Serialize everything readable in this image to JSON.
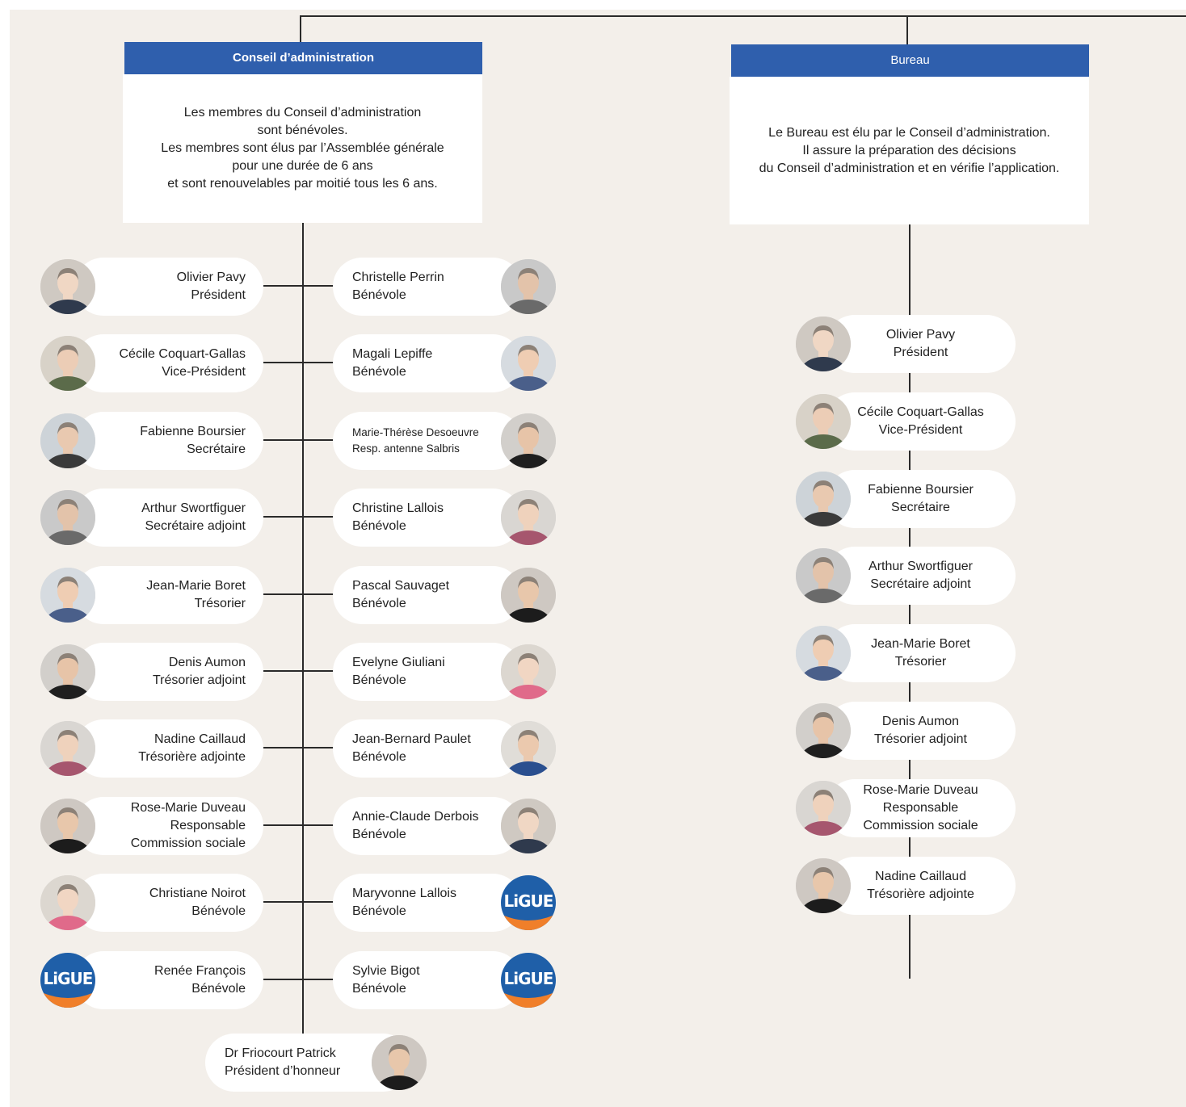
{
  "conseil": {
    "header": "Conseil d’administration",
    "body": [
      "Les membres du Conseil d’administration",
      "sont bénévoles.",
      "Les membres sont élus par l’Assemblée générale",
      "pour une durée de 6 ans",
      "et sont renouvelables par moitié tous les 6 ans."
    ],
    "left": [
      {
        "lines": [
          "Olivier Pavy",
          "Président"
        ],
        "avatar": "photo"
      },
      {
        "lines": [
          "Cécile Coquart-Gallas",
          "Vice-Président"
        ],
        "avatar": "photo"
      },
      {
        "lines": [
          "Fabienne Boursier",
          "Secrétaire"
        ],
        "avatar": "photo"
      },
      {
        "lines": [
          "Arthur Swortfiguer",
          "Secrétaire adjoint"
        ],
        "avatar": "photo"
      },
      {
        "lines": [
          "Jean-Marie Boret",
          "Trésorier"
        ],
        "avatar": "photo"
      },
      {
        "lines": [
          "Denis Aumon",
          "Trésorier adjoint"
        ],
        "avatar": "photo"
      },
      {
        "lines": [
          "Nadine Caillaud",
          "Trésorière adjointe"
        ],
        "avatar": "photo"
      },
      {
        "lines": [
          "Rose-Marie Duveau",
          "Responsable",
          "Commission sociale"
        ],
        "avatar": "photo"
      },
      {
        "lines": [
          "Christiane Noirot",
          "Bénévole"
        ],
        "avatar": "photo"
      },
      {
        "lines": [
          "Renée François",
          "Bénévole"
        ],
        "avatar": "ligue-logo"
      }
    ],
    "right": [
      {
        "lines": [
          "Christelle Perrin",
          "Bénévole"
        ],
        "avatar": "photo"
      },
      {
        "lines": [
          "Magali Lepiffe",
          "Bénévole"
        ],
        "avatar": "photo"
      },
      {
        "lines": [
          "Marie-Thérèse Desoeuvre",
          "Resp. antenne Salbris"
        ],
        "avatar": "photo"
      },
      {
        "lines": [
          "Christine Lallois",
          "Bénévole"
        ],
        "avatar": "photo"
      },
      {
        "lines": [
          "Pascal Sauvaget",
          "Bénévole"
        ],
        "avatar": "photo"
      },
      {
        "lines": [
          "Evelyne Giuliani",
          "Bénévole"
        ],
        "avatar": "photo"
      },
      {
        "lines": [
          "Jean-Bernard Paulet",
          "Bénévole"
        ],
        "avatar": "photo"
      },
      {
        "lines": [
          "Annie-Claude Derbois",
          "Bénévole"
        ],
        "avatar": "photo"
      },
      {
        "lines": [
          "Maryvonne Lallois",
          "Bénévole"
        ],
        "avatar": "ligue-logo"
      },
      {
        "lines": [
          "Sylvie Bigot",
          "Bénévole"
        ],
        "avatar": "ligue-logo"
      }
    ],
    "honorary": {
      "lines": [
        "Dr Friocourt Patrick",
        "Président d’honneur"
      ],
      "avatar": "photo"
    }
  },
  "bureau": {
    "header": "Bureau",
    "body": [
      "Le Bureau est élu par le Conseil d’administration.",
      "Il assure la préparation des décisions",
      "du Conseil d’administration et en vérifie l’application."
    ],
    "members": [
      {
        "lines": [
          "Olivier Pavy",
          "Président"
        ],
        "avatar": "photo"
      },
      {
        "lines": [
          "Cécile Coquart-Gallas",
          "Vice-Président"
        ],
        "avatar": "photo"
      },
      {
        "lines": [
          "Fabienne Boursier",
          "Secrétaire"
        ],
        "avatar": "photo"
      },
      {
        "lines": [
          "Arthur Swortfiguer",
          "Secrétaire adjoint"
        ],
        "avatar": "photo"
      },
      {
        "lines": [
          "Jean-Marie Boret",
          "Trésorier"
        ],
        "avatar": "photo"
      },
      {
        "lines": [
          "Denis Aumon",
          "Trésorier adjoint"
        ],
        "avatar": "photo"
      },
      {
        "lines": [
          "Rose-Marie Duveau",
          "Responsable",
          "Commission sociale"
        ],
        "avatar": "photo"
      },
      {
        "lines": [
          "Nadine Caillaud",
          "Trésorière adjointe"
        ],
        "avatar": "photo"
      }
    ]
  },
  "logo": {
    "text": "LiGUE"
  },
  "colors": {
    "background": "#f3efea",
    "header": "#2f5fad",
    "line": "#2a2a2a",
    "ligue_blue": "#1f5fa8",
    "ligue_orange": "#f07f2a"
  }
}
